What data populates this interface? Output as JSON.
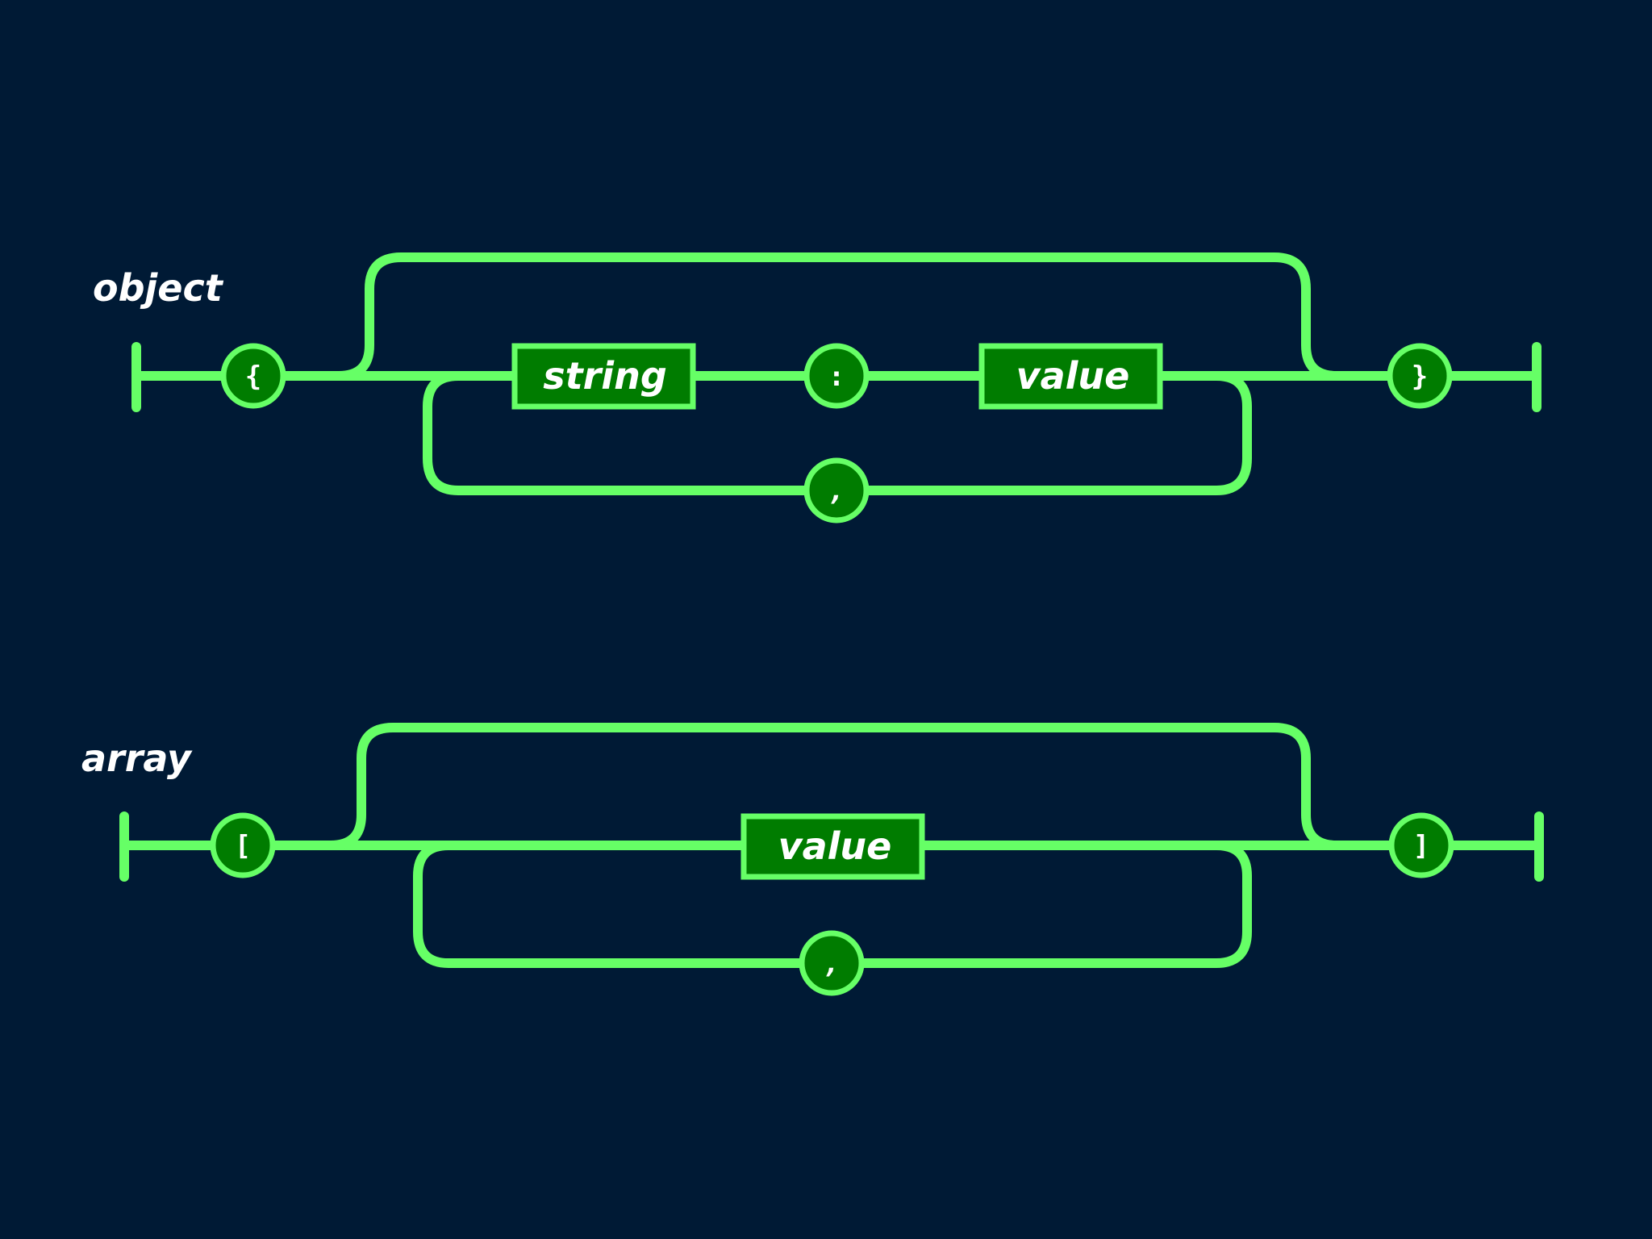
{
  "diagrams": {
    "object": {
      "title": "object",
      "open": "{",
      "close": "}",
      "key": "string",
      "colon": ":",
      "value": "value",
      "separator": ","
    },
    "array": {
      "title": "array",
      "open": "[",
      "close": "]",
      "value": "value",
      "separator": ","
    }
  },
  "colors": {
    "background": "#001a35",
    "track": "#66ff66",
    "node_fill": "#007c00",
    "text": "#ffffff"
  }
}
